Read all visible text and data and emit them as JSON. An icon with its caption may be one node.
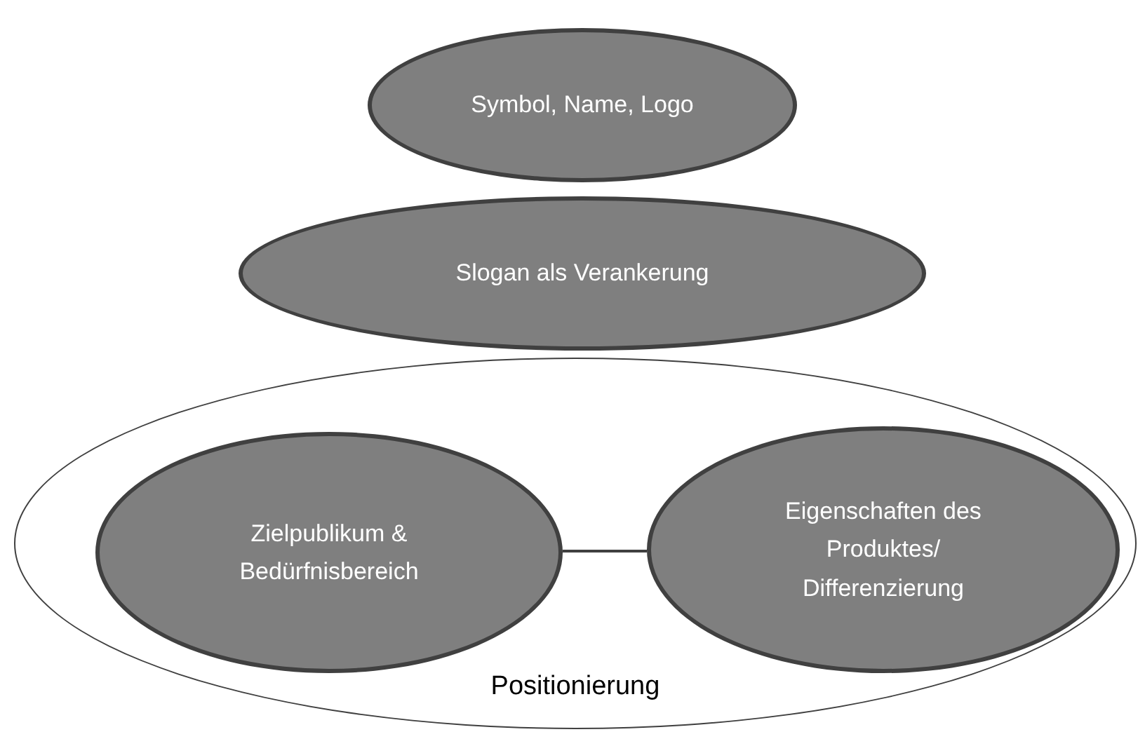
{
  "diagram": {
    "nodes": [
      {
        "text": [
          "Symbol, Name, Logo"
        ]
      },
      {
        "text": [
          "Slogan als Verankerung"
        ]
      },
      {
        "text": [
          "Positionierung"
        ]
      },
      {
        "text": [
          "Zielpublikum & Bedürfnisbereich"
        ],
        "in": 2
      },
      {
        "text": [
          "Eigenschaften des Produktes/ Differenzierung"
        ],
        "in": 2
      }
    ],
    "edges": [
      {
        "from": 3,
        "to": 4,
        "arrow": "none"
      }
    ]
  }
}
